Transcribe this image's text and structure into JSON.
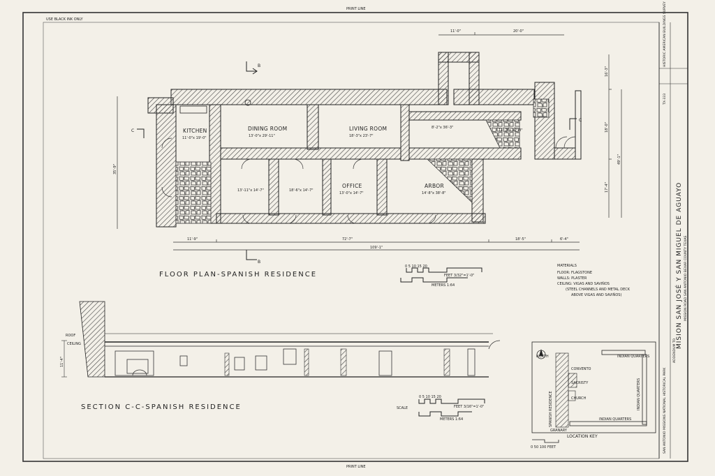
{
  "sheet": {
    "top_caption": "PRINT LINE",
    "bottom_caption": "PRINT LINE",
    "corner_note": "USE BLACK INK ONLY"
  },
  "rooms": [
    {
      "name": "KITCHEN",
      "size": "11'-0\"x 19'-0\""
    },
    {
      "name": "DINING ROOM",
      "size": "13'-0\"x 29'-11\""
    },
    {
      "name": "LIVING ROOM",
      "size": "18'-3\"x 23'-7\""
    },
    {
      "name": "OFFICE",
      "size": "13'-0\"x 14'-7\""
    },
    {
      "name": "ARBOR",
      "size": "14'-8\"x 38'-8\""
    },
    {
      "name": "",
      "size": "13'-11\"x 14'-7\""
    },
    {
      "name": "",
      "size": "18'-6\"x 14'-7\""
    },
    {
      "name": "",
      "size": "8'-2\"x 36'-3\""
    },
    {
      "name": "",
      "size": "11'-2\"x 12'-8\""
    }
  ],
  "markers": {
    "b_top": "B",
    "b_bottom": "B",
    "c_west": "C",
    "c_east": "C"
  },
  "dims": {
    "top_1": "11'-0\"",
    "top_2": "20'-0\"",
    "bottom_1": "11'-9\"",
    "bottom_2": "72'-7\"",
    "bottom_3": "18'-5\"",
    "bottom_4": "6'-4\"",
    "overall": "109'-1\"",
    "left": "35'-9\"",
    "right_1": "16'-3\"",
    "right_2": "18'-0\"",
    "right_3": "17'-4\"",
    "right_overall": "49'-1\""
  },
  "titles": {
    "floor_plan": "FLOOR PLAN-SPANISH RESIDENCE",
    "section": "SECTION C-C-SPANISH RESIDENCE"
  },
  "scales": {
    "plan_ticks": "0   5   10   15   20",
    "plan_feet": "FEET 3/32\"=1'-0\"",
    "plan_meters": "METERS 1:64",
    "section_label": "SCALE",
    "section_ticks": "0   5   10   15   20",
    "section_feet": "FEET 3/16\"=1'-0\"",
    "section_meters": "METERS 1:64"
  },
  "materials": {
    "heading": "MATERIALS",
    "lines": [
      "FLOOR: FLAGSTONE",
      "WALLS: PLASTER",
      "CEILING: VIGAS AND SAVIÑOS",
      "(STEEL CHANNELS AND METAL DECK",
      "ABOVE VIGAS AND SAVIÑOS)"
    ]
  },
  "section": {
    "roof": "ROOF",
    "ceiling": "CEILING",
    "height": "11'-4\""
  },
  "location_key": {
    "title": "LOCATION KEY",
    "north": "NORTH",
    "labels": [
      "INDIAN QUARTERS",
      "CONVENTO",
      "SACRISTY",
      "CHURCH",
      "INDIAN QUARTERS",
      "INDIAN QUARTERS",
      "SPANISH RESIDENCE",
      "GRANARY"
    ],
    "scale": "0   50   100 FEET"
  },
  "title_block": {
    "project": "MISION SAN JOSÉ Y SAN MIGUEL DE AGUAYO",
    "address": "MISSION ROAD     SAN ANTONIO     BEXAR COUNTY     TEXAS",
    "addendum": "ADDENDUM TO",
    "habs": "HISTORIC AMERICAN BUILDINGS SURVEY",
    "habs_number": "TX-333",
    "delineator": "SAN ANTONIO MISSIONS NATIONAL HISTORICAL PARK"
  }
}
